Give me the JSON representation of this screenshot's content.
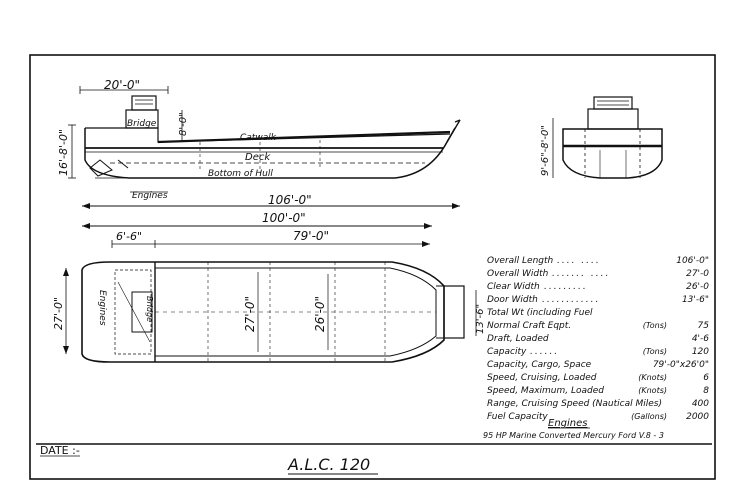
{
  "drawing": {
    "title": "A.L.C. 120",
    "date_label": "DATE :-"
  },
  "profile_view": {
    "dims": {
      "bridge_width": "20'-0\"",
      "bridge_height": "8'-0\"",
      "side_height": "16'-8'-0\"",
      "length_overall": "106'-0\"",
      "length_waterline": "100'-0\""
    },
    "labels": {
      "bridge": "Bridge",
      "catwalk": "Catwalk",
      "deck": "Deck",
      "bottom": "Bottom of Hull",
      "engines": "Engines"
    }
  },
  "end_view": {
    "dims": {
      "height": "9'-6\"-8'-0\""
    }
  },
  "plan_view": {
    "dims": {
      "aft_width": "6'-6\"",
      "cargo_length": "79'-0\"",
      "beam": "27'-0\"",
      "inner_beam": "27'-0\"",
      "clear_width": "26'-0\"",
      "door_width": "13'-6\""
    },
    "labels": {
      "engines": "Engines",
      "bridge": "Bridge"
    }
  },
  "specifications": [
    {
      "label": "Overall Length",
      "dots": ".... ....",
      "unit": "",
      "value": "106'-0\""
    },
    {
      "label": "Overall Width",
      "dots": "....... ....",
      "unit": "",
      "value": "27'-0"
    },
    {
      "label": "Clear Width",
      "dots": ".........",
      "unit": "",
      "value": "26'-0"
    },
    {
      "label": "Door Width",
      "dots": "............",
      "unit": "",
      "value": "13'-6\""
    },
    {
      "label": "Total Wt (including Fuel",
      "dots": "",
      "unit": "",
      "value": ""
    },
    {
      "label": "Normal Craft Eqpt.",
      "dots": "",
      "unit": "(Tons)",
      "value": "75"
    },
    {
      "label": "Draft, Loaded",
      "dots": "",
      "unit": "",
      "value": "4'-6"
    },
    {
      "label": "Capacity",
      "dots": "......",
      "unit": "(Tons)",
      "value": "120"
    },
    {
      "label": "Capacity, Cargo, Space",
      "dots": "",
      "unit": "",
      "value": "79'-0\"x26'0\""
    },
    {
      "label": "Speed, Cruising, Loaded",
      "dots": "",
      "unit": "(Knots)",
      "value": "6"
    },
    {
      "label": "Speed, Maximum, Loaded",
      "dots": "",
      "unit": "(Knots)",
      "value": "8"
    },
    {
      "label": "Range, Cruising Speed (Nautical Miles)",
      "dots": "",
      "unit": "",
      "value": "400"
    },
    {
      "label": "Fuel Capacity",
      "dots": "",
      "unit": "(Gallons)",
      "value": "2000"
    }
  ],
  "engines": {
    "heading": "Engines",
    "description": "95 HP Marine Converted Mercury Ford V.8 - 3"
  }
}
